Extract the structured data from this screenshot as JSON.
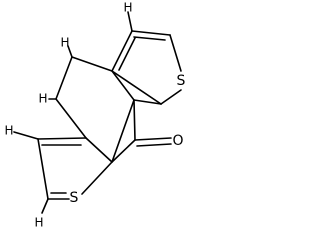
{
  "structure": {
    "atoms": {
      "H_top_right": "H",
      "H_top_left": "H",
      "S_upper": "S",
      "H_mid_left": "H",
      "H_left": "H",
      "O_carbonyl": "O",
      "S_lower": "S",
      "H_bottom": "H"
    },
    "colors": {
      "bond": "#000000",
      "label": "#000000",
      "background": "#ffffff"
    }
  }
}
